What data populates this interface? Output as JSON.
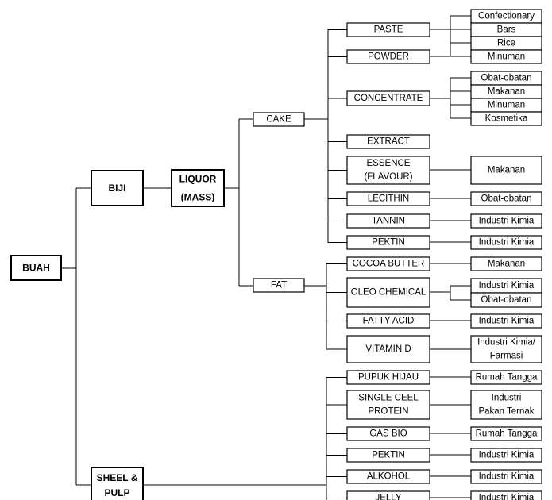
{
  "diagram": {
    "root": "BUAH",
    "level1": {
      "biji": "BIJI",
      "sheel": [
        "SHEEL &",
        "PULP"
      ]
    },
    "level2": {
      "liquor": [
        "LIQUOR",
        "(MASS)"
      ]
    },
    "level3": {
      "cake": "CAKE",
      "fat": "FAT"
    },
    "cake_products": {
      "paste": "PASTE",
      "powder": "POWDER",
      "concentrate": "CONCENTRATE",
      "extract": "EXTRACT",
      "essence": [
        "ESSENCE",
        "(FLAVOUR)"
      ],
      "lecithin": "LECITHIN",
      "tannin": "TANNIN",
      "pektin": "PEKTIN"
    },
    "fat_products": {
      "cocoa_butter": "COCOA BUTTER",
      "oleo_chemical": "OLEO CHEMICAL",
      "fatty_acid": "FATTY ACID",
      "vitamin_d": "VITAMIN D"
    },
    "sheel_products": {
      "pupuk_hijau": "PUPUK HIJAU",
      "single_cell_protein": [
        "SINGLE  CEEL",
        "PROTEIN"
      ],
      "gas_bio": "GAS BIO",
      "pektin": "PEKTIN",
      "alkohol": "ALKOHOL",
      "jelly": "JELLY"
    },
    "uses": {
      "paste_powder": [
        "Confectionary",
        "Bars",
        "Rice",
        "Minuman"
      ],
      "concentrate": [
        "Obat-obatan",
        "Makanan",
        "Minuman",
        "Kosmetika"
      ],
      "essence": "Makanan",
      "lecithin": "Obat-obatan",
      "tannin": "Industri Kimia",
      "pektin": "Industri Kimia",
      "cocoa_butter": "Makanan",
      "oleo_chemical": [
        "Industri Kimia",
        "Obat-obatan"
      ],
      "fatty_acid": "Industri Kimia",
      "vitamin_d": [
        "Industri Kimia/",
        "Farmasi"
      ],
      "pupuk_hijau": "Rumah Tangga",
      "single_cell_protein": [
        "Industri",
        "Pakan Ternak"
      ],
      "gas_bio": "Rumah Tangga",
      "sheel_pektin": "Industri Kimia",
      "alkohol": "Industri Kimia",
      "jelly": "Industri Kimia"
    }
  }
}
